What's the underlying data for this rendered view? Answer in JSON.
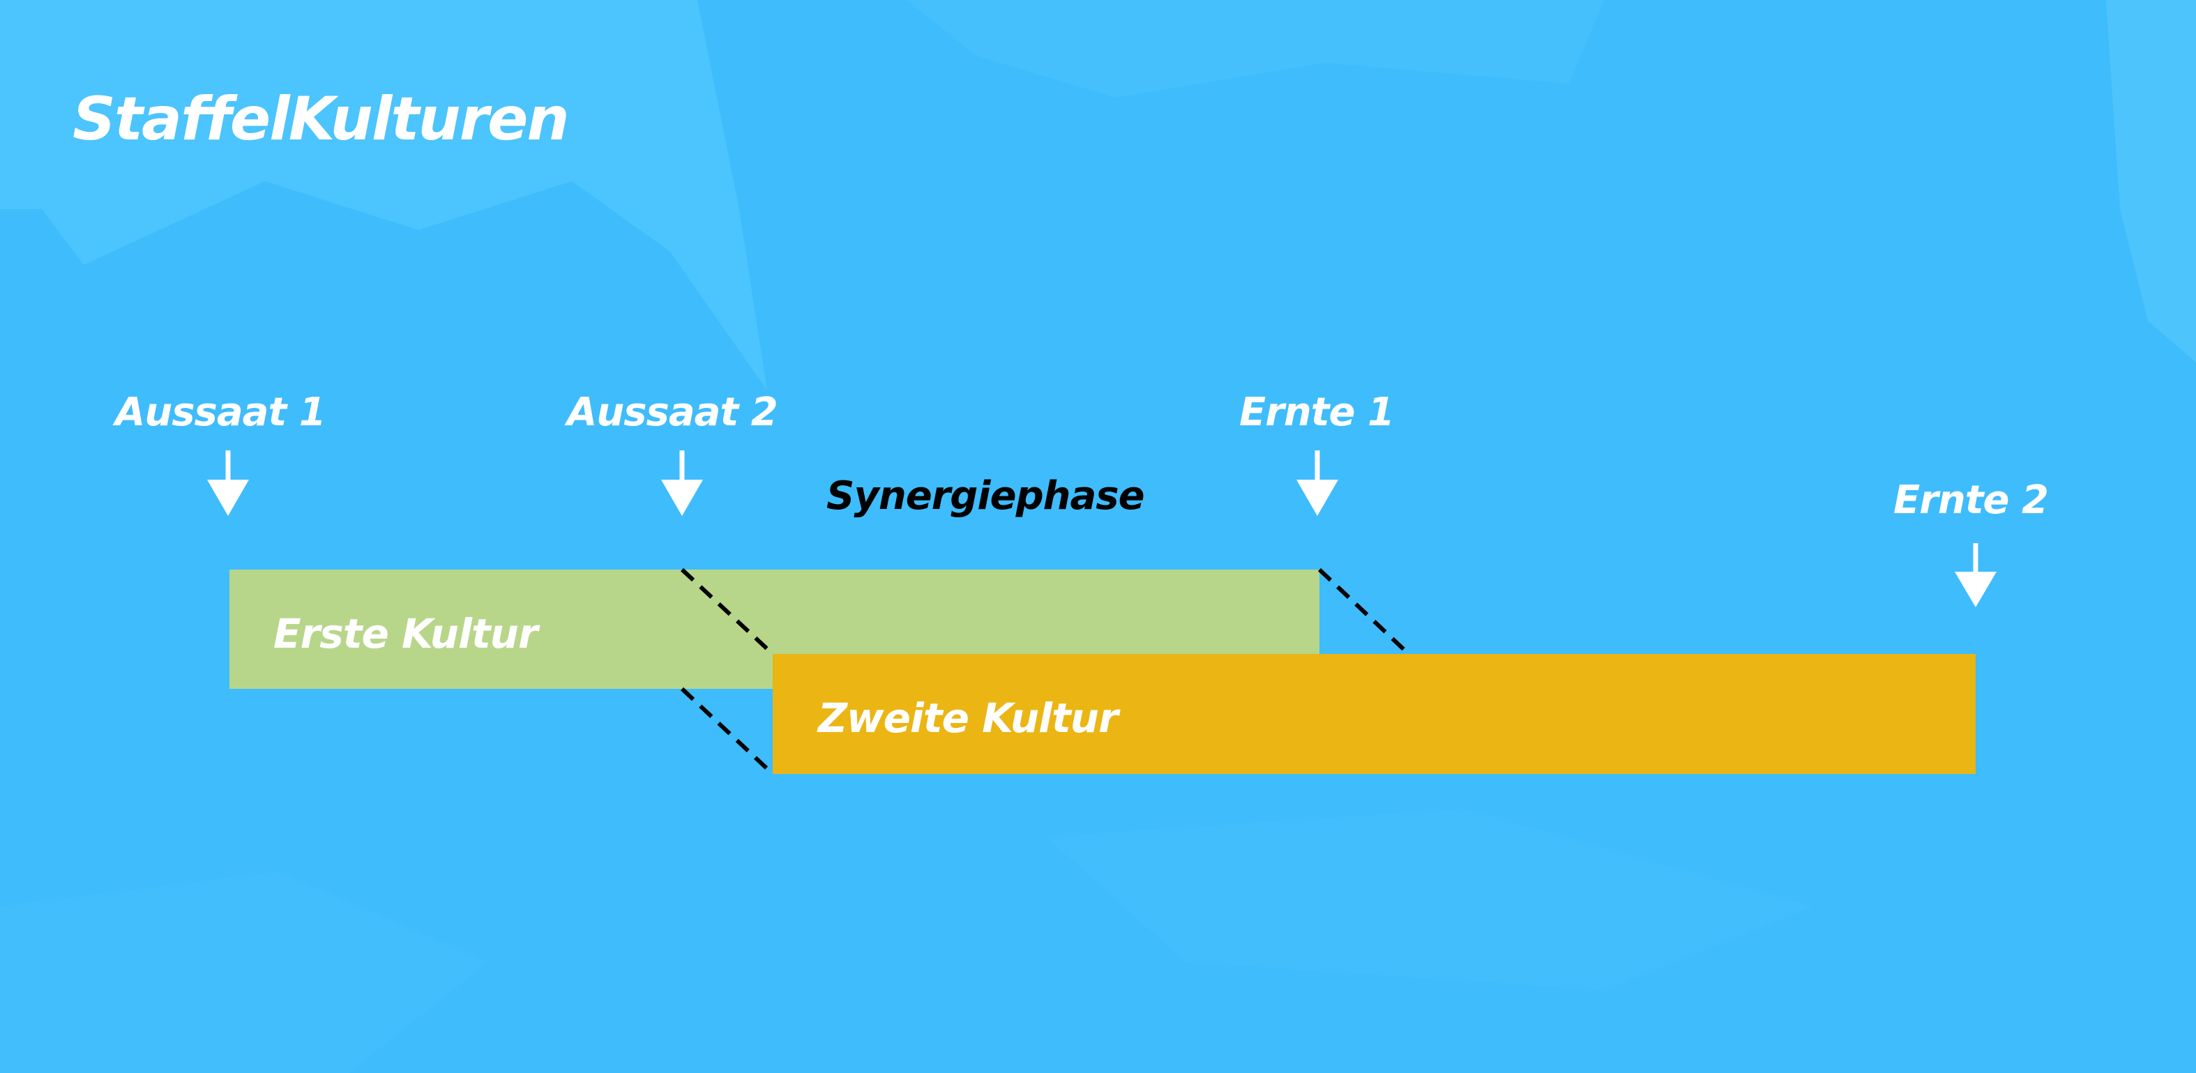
{
  "title": "StaffelKulturen",
  "markers": {
    "aussaat_1": "Aussaat 1",
    "aussaat_2": "Aussaat 2",
    "ernte_1": "Ernte 1",
    "ernte_2": "Ernte 2"
  },
  "synergy_label": "Synergiephase",
  "bars": {
    "first": "Erste Kultur",
    "second": "Zweite Kultur"
  },
  "colors": {
    "background": "#3fbcfc",
    "first_crop": "#b8d68a",
    "second_crop": "#ebb513"
  },
  "icons": [
    "arrow-down-icon"
  ]
}
